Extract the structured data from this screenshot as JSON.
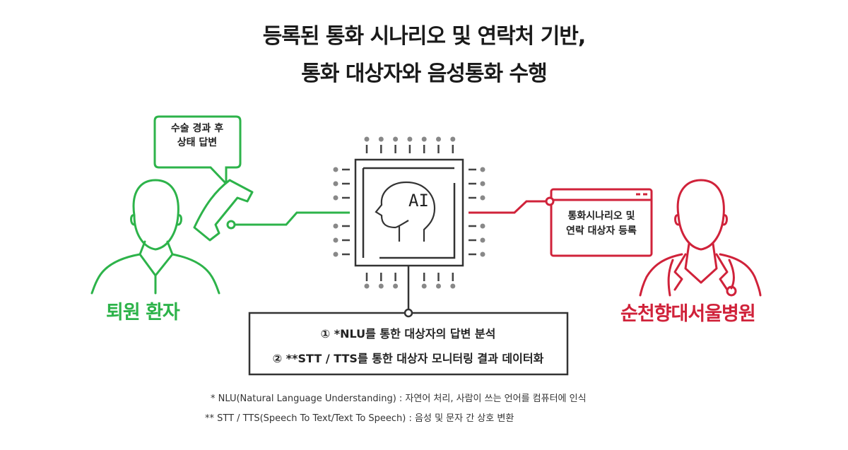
{
  "title": {
    "line1": "등록된 통화 시나리오 및 연락처 기반,",
    "line2": "통화 대상자와 음성통화 수행"
  },
  "patient": {
    "label": "퇴원 환자",
    "bubble_line1": "수술 경과 후",
    "bubble_line2": "상태 답변"
  },
  "hospital": {
    "label": "순천향대서울병원",
    "window_line1": "통화시나리오 및",
    "window_line2": "연락 대상자 등록"
  },
  "ai_chip": {
    "label": "AI"
  },
  "process": {
    "item1": "① *NLU를 통한 대상자의 답변 분석",
    "item2": "② **STT / TTS를 통한 대상자 모니터링 결과 데이터화"
  },
  "footnotes": {
    "nlu": "* NLU(Natural Language Understanding) : 자연어 처리, 사람이 쓰는 언어를 컴퓨터에 인식",
    "stt": "** STT / TTS(Speech To Text/Text To Speech) : 음성 및 문자 간 상호 변환"
  },
  "colors": {
    "green": "#2db34a",
    "red": "#d0223a",
    "gray": "#8a8a8a",
    "dark": "#333333"
  }
}
